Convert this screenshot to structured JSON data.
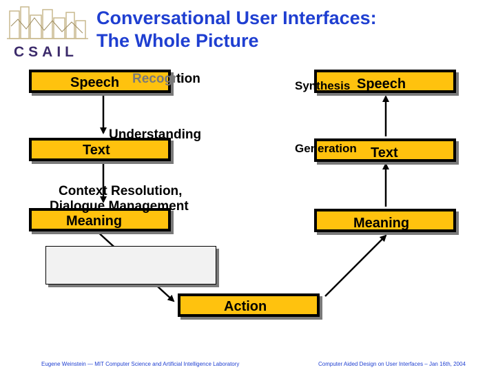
{
  "title": {
    "line1": "Conversational User Interfaces:",
    "line2": "The Whole Picture"
  },
  "logo": {
    "text": "CSAIL"
  },
  "boxes": {
    "speech_in": "Speech",
    "text_in": "Text",
    "meaning_in": "Meaning",
    "action": "Action",
    "speech_out": "Speech",
    "text_out": "Text",
    "meaning_out": "Meaning"
  },
  "labels": {
    "recognition_part": "tion",
    "recognition_hidden": "Recogni",
    "understanding": "Understanding",
    "context_line1": "Context Resolution,",
    "context_line2": "Dialogue Management",
    "synthesis": "Synthesis",
    "generation": "Generation"
  },
  "footer": {
    "left": "Eugene Weinstein — MIT Computer Science and Artificial Intelligence Laboratory",
    "right": "Computer Aided Design on User Interfaces – Jan 16th, 2004"
  },
  "colors": {
    "title": "#1f3fd1",
    "box_fill": "#ffc20e",
    "box_border": "#000000",
    "shadow": "#7a7a7a",
    "action_panel": "#f2f2f2"
  }
}
